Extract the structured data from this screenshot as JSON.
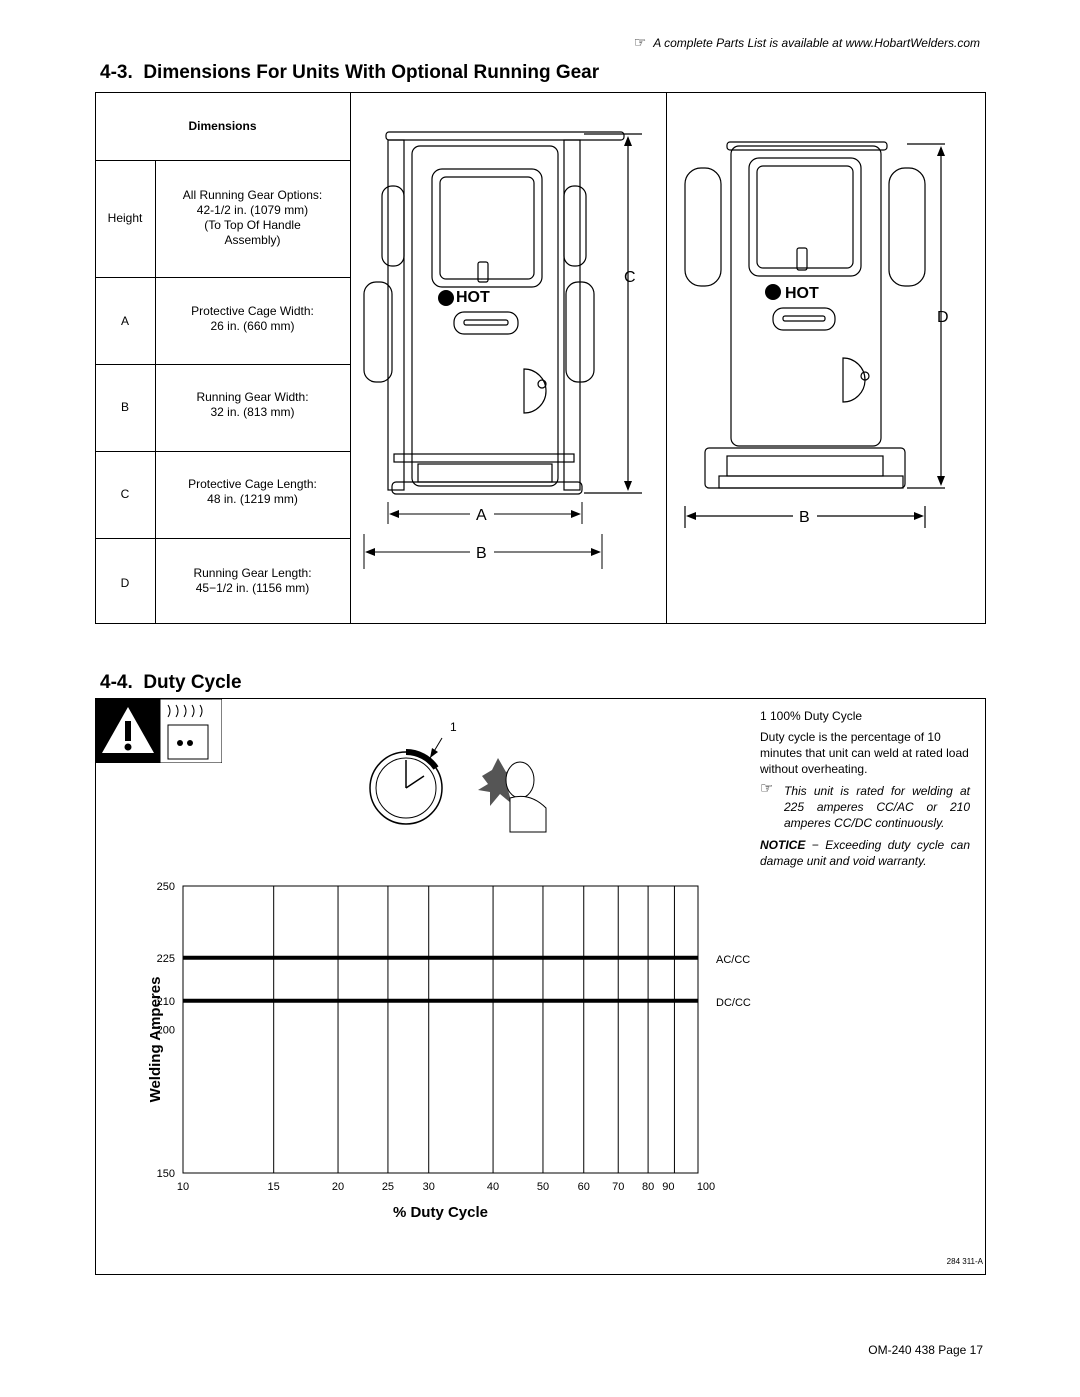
{
  "header_note": "A complete Parts List is available at www.HobartWelders.com",
  "section_43": {
    "number": "4-3.",
    "title": "Dimensions For Units With Optional Running Gear",
    "table_header": "Dimensions",
    "rows": [
      {
        "key": "Height",
        "lines": [
          "All Running Gear Options:",
          "42-1/2 in. (1079 mm)",
          "(To Top Of Handle",
          "Assembly)"
        ]
      },
      {
        "key": "A",
        "lines": [
          "Protective Cage Width:",
          "26 in. (660 mm)"
        ]
      },
      {
        "key": "B",
        "lines": [
          "Running Gear Width:",
          "32 in. (813 mm)"
        ]
      },
      {
        "key": "C",
        "lines": [
          "Protective Cage Length:",
          "48 in. (1219 mm)"
        ]
      },
      {
        "key": "D",
        "lines": [
          "Running Gear Length:",
          "45−1/2 in. (1156 mm)"
        ]
      }
    ],
    "drawing_labels": {
      "A": "A",
      "B1": "B",
      "C": "C",
      "D": "D",
      "B2": "B",
      "hot": "HOT"
    }
  },
  "section_44": {
    "number": "4-4.",
    "title": "Duty Cycle",
    "callout": "1",
    "notes": {
      "item": "1   100% Duty Cycle",
      "desc": "Duty cycle is the percentage of 10 minutes that unit can weld at rated load without overheating.",
      "rating": "This unit is rated for welding at 225 amperes CC/AC or 210 amperes CC/DC continuously.",
      "notice_label": "NOTICE",
      "notice_text": "− Exceeding duty cycle can damage unit and void warranty."
    },
    "figure_id": "284 311-A"
  },
  "chart_data": {
    "type": "line",
    "xlabel": "% Duty Cycle",
    "ylabel": "Welding Amperes",
    "x_scale": "log",
    "x_ticks": [
      10,
      15,
      20,
      25,
      30,
      40,
      50,
      60,
      70,
      80,
      90,
      100
    ],
    "y_ticks": [
      150,
      200,
      210,
      225,
      250
    ],
    "xlim": [
      10,
      100
    ],
    "ylim": [
      150,
      250
    ],
    "series": [
      {
        "name": "AC/CC",
        "x": [
          10,
          100
        ],
        "values": [
          225,
          225
        ]
      },
      {
        "name": "DC/CC",
        "x": [
          10,
          100
        ],
        "values": [
          210,
          210
        ]
      }
    ],
    "grid": true
  },
  "footer": "OM-240 438 Page 17"
}
